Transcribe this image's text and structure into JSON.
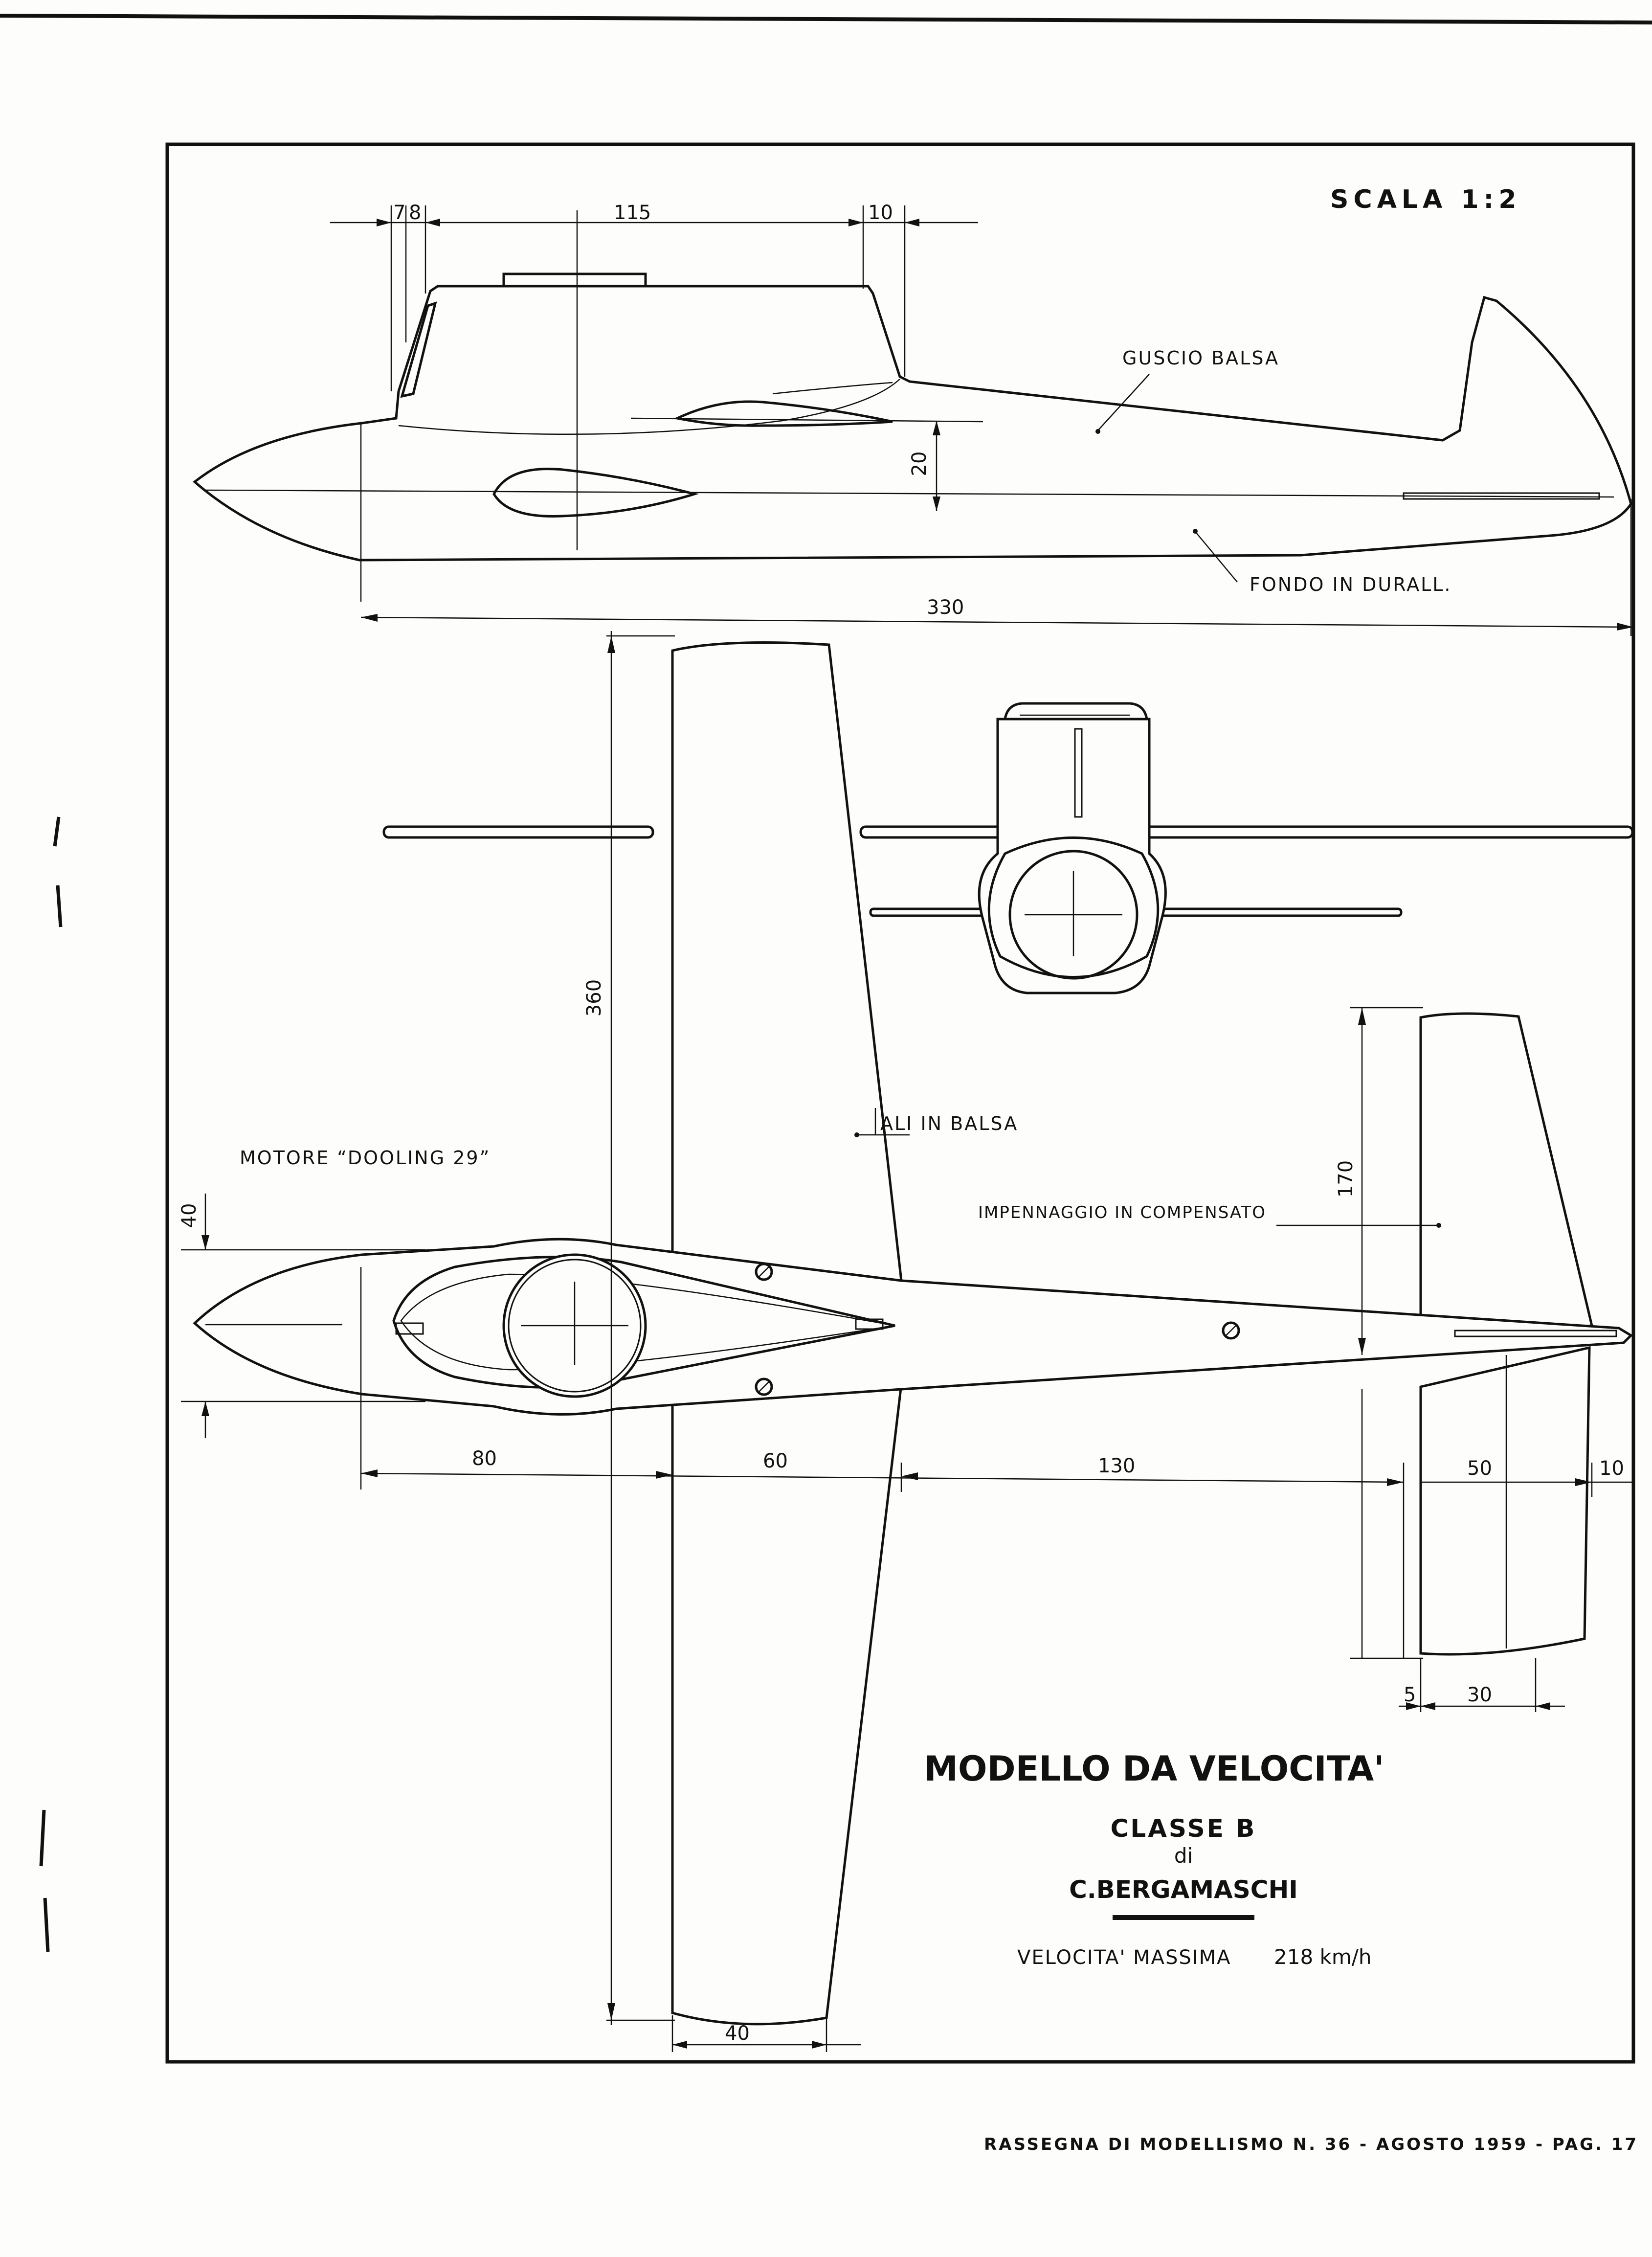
{
  "scale": "SCALA 1:2",
  "side_dims": {
    "d7": "7",
    "d8": "8",
    "d115": "115",
    "d10": "10",
    "d20": "20",
    "d330": "330"
  },
  "labels": {
    "shell": "GUSCIO BALSA",
    "bottom": "FONDO IN DURALL.",
    "wings": "ALI IN BALSA",
    "engine": "MOTORE “DOOLING 29”",
    "tail": "IMPENNAGGIO IN COMPENSATO"
  },
  "plan_dims": {
    "d360": "360",
    "d40_left": "40",
    "d80": "80",
    "d60": "60",
    "d130": "130",
    "d50": "50",
    "d10": "10",
    "d170": "170",
    "d5": "5",
    "d30": "30",
    "d40_bottom": "40"
  },
  "title": {
    "main": "MODELLO DA VELOCITA'",
    "class": "CLASSE B",
    "by": "di",
    "author": "C.BERGAMASCHI",
    "speed_label": "VELOCITA' MASSIMA",
    "speed_value": "218 km/h"
  },
  "footer": "RASSEGNA DI MODELLISMO N. 36 - AGOSTO 1959 - PAG. 17"
}
